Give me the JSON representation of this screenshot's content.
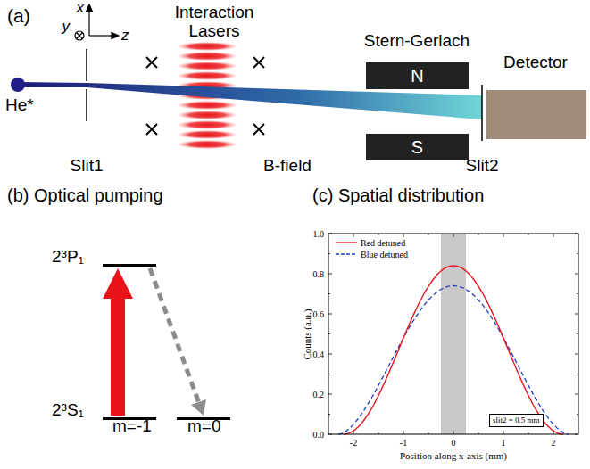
{
  "diagram": {
    "nodes": [
      {
        "text": [
          "N"
        ]
      },
      {
        "text": [
          "S"
        ]
      },
      {
        "text": [
          "Detector"
        ]
      },
      {
        "text": [
          "2³P₁"
        ]
      },
      {
        "text": [
          "2³S₁",
          "m=-1"
        ]
      },
      {
        "text": [
          "m=0"
        ]
      },
      {
        "text": [
          "slit2 = 0.5 mm"
        ]
      }
    ],
    "edges": [
      {
        "from": 4,
        "to": 3,
        "arrow": "to"
      },
      {
        "from": 3,
        "to": 5,
        "arrow": "to"
      }
    ],
    "labels": [
      "(a)",
      "x",
      "y",
      "z",
      "He*",
      "Interaction Lasers",
      "Slit1",
      "B-field",
      "Stern-Gerlach",
      "Slit2",
      "(b) Optical pumping",
      "(c) Spatial distribution",
      "0.0",
      "0.2",
      "0.4",
      "0.6",
      "0.8",
      "1.0",
      "-2",
      "-1",
      "0",
      "1",
      "2",
      "Counts (a.u.)",
      "Position along x-axis (mm)"
    ],
    "legend": [
      {
        "text": "Red detuned"
      },
      {
        "text": "Blue detuned"
      }
    ]
  }
}
